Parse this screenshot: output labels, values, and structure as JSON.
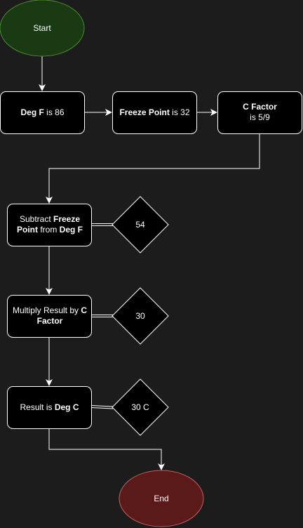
{
  "colors": {
    "background": "#1c1c1c",
    "start_fill": "#1a3a14",
    "start_stroke": "#4d8a2e",
    "end_fill": "#5a1a1a",
    "end_stroke": "#c06060",
    "box_fill": "#000000",
    "box_stroke": "#ffffff",
    "edge": "#ffffff"
  },
  "nodes": {
    "start": {
      "label": "Start"
    },
    "deg_f": {
      "bold": "Deg F",
      "rest": " is 86"
    },
    "freeze_point": {
      "bold": "Freeze Point",
      "rest": " is 32"
    },
    "c_factor": {
      "line1": "C Factor",
      "line2": "is 5/9"
    },
    "subtract": {
      "pre": "Subtract ",
      "bold1": "Freeze Point",
      "mid": " from ",
      "bold2": "Deg F"
    },
    "multiply": {
      "pre": "Multiply Result by ",
      "bold": "C Factor"
    },
    "result": {
      "pre": "Result is ",
      "bold": "Deg C"
    },
    "end": {
      "label": "End"
    }
  },
  "values": {
    "subtract_value": "54",
    "multiply_value": "30",
    "result_value": "30 C"
  }
}
